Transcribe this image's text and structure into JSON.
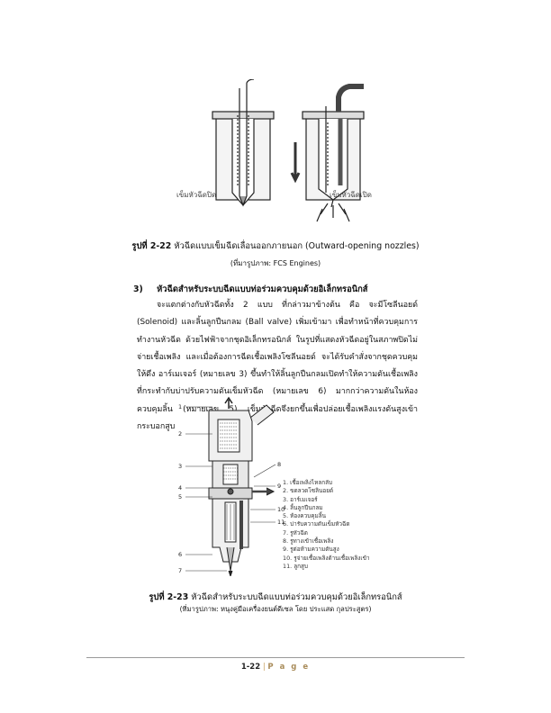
{
  "figure1": {
    "label_left": "เข็มหัวฉีดปิด",
    "label_right": "เข็มหัวฉีดเปิด",
    "caption_number": "รูปที่ 2-22",
    "caption_text": "หัวฉีดแบบเข็มฉีดเลื่อนออกภายนอก (Outward-opening nozzles)",
    "source": "(ที่มารูปภาพ: FCS Engines)"
  },
  "section": {
    "number": "3)",
    "heading": "หัวฉีดสำหรับระบบฉีดแบบท่อร่วมควบคุมด้วยอิเล็กทรอนิกส์",
    "paragraph": "จะแตกต่างกับหัวฉีดทั้ง 2 แบบ ที่กล่าวมาข้างต้น คือ จะมีโซลีนอยด์ (Solenoid) และลิ้นลูกปืนกลม (Ball valve) เพิ่มเข้ามา เพื่อทำหน้าที่ควบคุมการทำงานหัวฉีด ด้วยไฟฟ้าจากชุดอิเล็กทรอนิกส์ ในรูปที่แสดงหัวฉีดอยู่ในสภาพปิดไม่จ่ายเชื้อเพลิง และเมื่อต้องการฉีดเชื้อเพลิงโซลีนอยด์ จะได้รับคำสั่งจากชุดควบคุมให้ดึง อาร์เมเจอร์ (หมายเลข 3) ขึ้นทำให้ลิ้นลูกปืนกลมเปิดทำให้ความดันเชื้อเพลิงที่กระทำกับบ่าปรับความดันเข็มหัวฉีด (หมายเลข 6) มากกว่าความดันในห้องควบคุมลิ้น (หมายเลข 5) เข็มหัวฉีดจึงยกขึ้นเพื่อปล่อยเชื้อเพลิงแรงดันสูงเข้ากระบอกสูบ"
  },
  "figure2": {
    "numbers": [
      "1",
      "2",
      "3",
      "4",
      "5",
      "6",
      "7",
      "8",
      "9",
      "10",
      "11"
    ],
    "legend": [
      "1. เชื้อเพลิงไหลกลับ",
      "2. ขดลวดโซลินอยด์",
      "3. อาร์เมเจอร์",
      "4. ลิ้นลูกปืนกลม",
      "5. ห้องควบคุมลิ้น",
      "6. บ่ารับความดันเข็มหัวฉีด",
      "7. รูหัวฉีด",
      "8. รูทางเข้าเชื้อเพลิง",
      "9. รูต่อห้ามความดันสูง",
      "10. รูจ่ายเชื้อเพลิงด้านเชื้อเพลิงเข้า",
      "11. ลูกสูบ"
    ],
    "caption_number": "รูปที่ 2-23",
    "caption_text": "หัวฉีดสำหรับระบบฉีดแบบท่อร่วมควบคุมด้วยอิเล็กทรอนิกส์",
    "source": "(ที่มารูปภาพ: หนุงคู่มือเครื่องยนต์ดีเซล โดย ประแสด กุลประสูตร)"
  },
  "footer": {
    "page_number": "1-22",
    "separator": "|",
    "page_word": "P a g e"
  }
}
